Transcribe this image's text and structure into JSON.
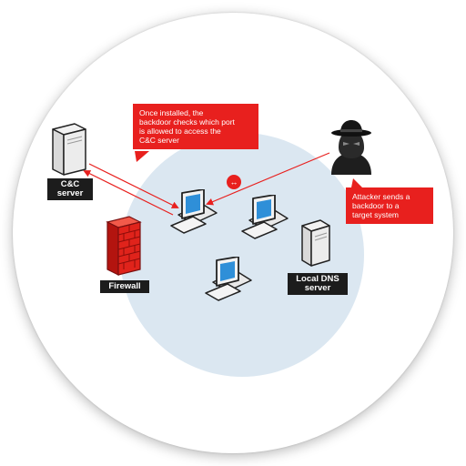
{
  "labels": {
    "cc_server": [
      "C&C",
      "server"
    ],
    "firewall": "Firewall",
    "local_dns": [
      "Local DNS",
      "server"
    ]
  },
  "callouts": {
    "install": [
      "Once installed, the",
      "backdoor checks which port",
      "is allowed to access the",
      "C&C server"
    ],
    "attacker": [
      "Attacker sends a",
      "backdoor to a",
      "target system"
    ]
  },
  "blocked_symbol": "↔",
  "icons": {
    "server": "server-icon",
    "firewall": "firewall-icon",
    "computer": "computer-icon",
    "attacker": "hooded-attacker-icon"
  },
  "colors": {
    "accent_red": "#e8201e",
    "label_dark": "#1c1c1c",
    "network_zone": "#dbe7f1",
    "screen_blue": "#2f8fd8"
  }
}
